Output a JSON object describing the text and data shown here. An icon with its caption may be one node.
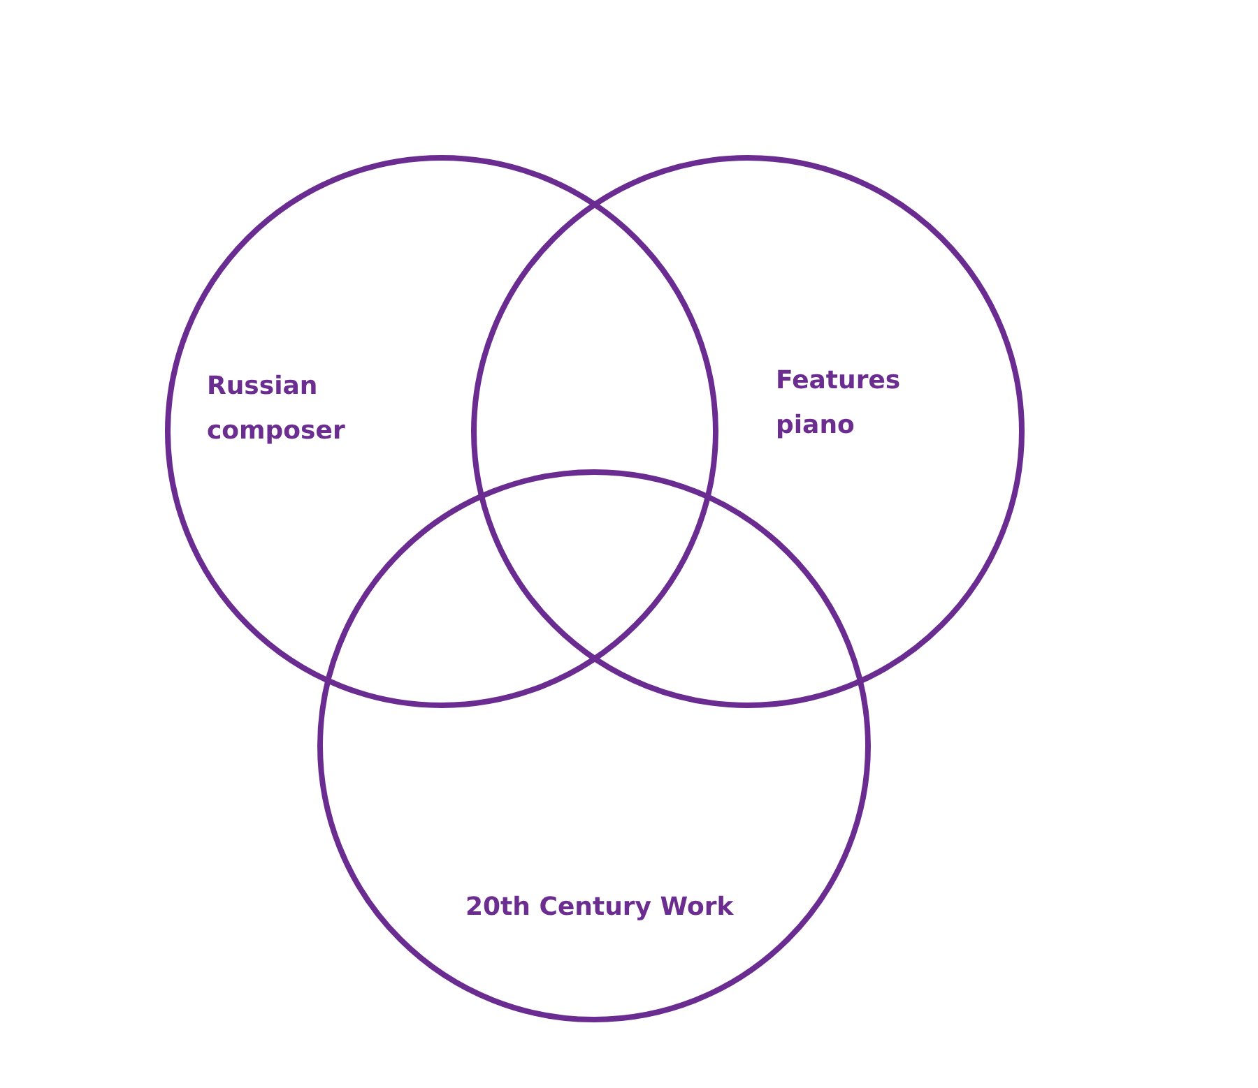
{
  "diagram": {
    "nodes": [
      {
        "text": [
          "Russian composer"
        ]
      },
      {
        "text": [
          "Features piano"
        ]
      },
      {
        "text": [
          "20th Century Work"
        ]
      }
    ]
  }
}
